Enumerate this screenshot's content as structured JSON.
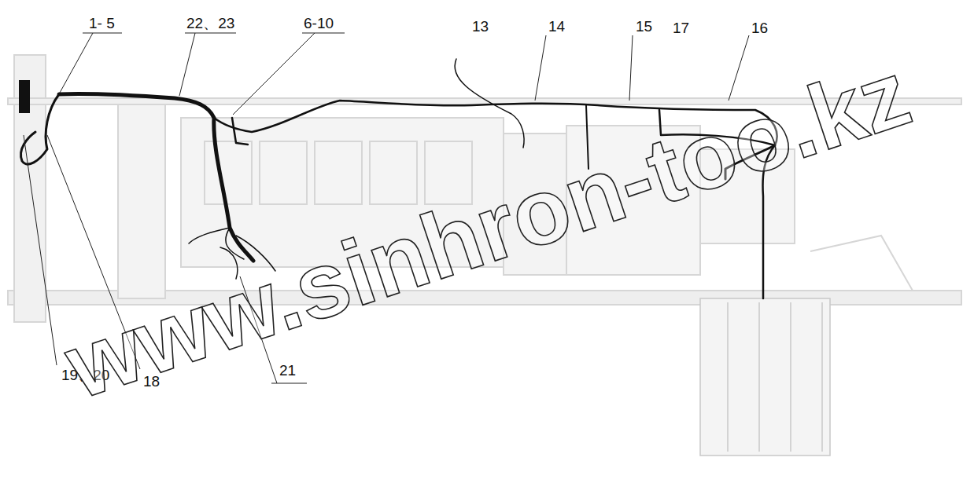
{
  "diagram": {
    "labels": [
      "1- 5",
      "22、23",
      "6-10",
      "13",
      "14",
      "15",
      "17",
      "16",
      "19、20",
      "18",
      "21",
      "www.sinhron-too.kz"
    ]
  }
}
